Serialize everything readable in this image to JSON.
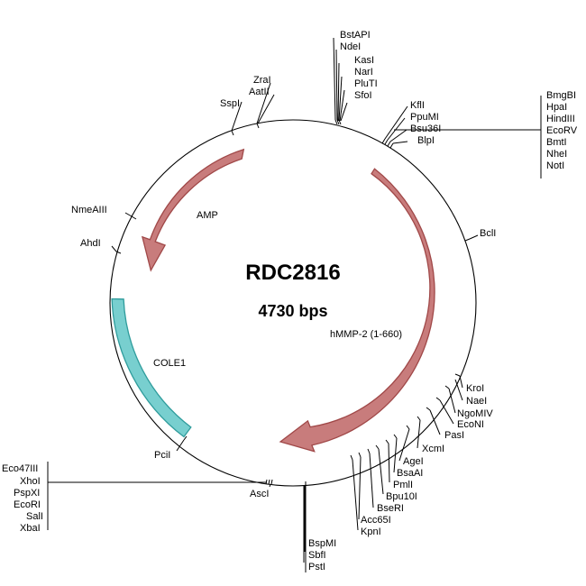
{
  "plasmid": {
    "name": "RDC2816",
    "size_label": "4730 bps",
    "length_bp": 4730
  },
  "features": [
    {
      "name": "AMP",
      "type": "arrow",
      "color": "#c87c7c"
    },
    {
      "name": "hMMP-2 (1-660)",
      "type": "arrow",
      "color": "#c87c7c"
    },
    {
      "name": "COLE1",
      "type": "box",
      "color": "#78cfcf"
    }
  ],
  "sites": {
    "bstapi_group": [
      "BstAPI",
      "NdeI",
      "KasI",
      "NarI",
      "PluTI",
      "SfoI"
    ],
    "zrai_group": [
      "ZraI",
      "AatII"
    ],
    "sspi": "SspI",
    "kfli_group": [
      "KflI",
      "PpuMI",
      "Bsu36I",
      "BlpI"
    ],
    "bmgbi_group": [
      "BmgBI",
      "HpaI",
      "HindIII",
      "EcoRV",
      "BmtI",
      "NheI",
      "NotI"
    ],
    "bcli": "BclI",
    "nmeaiii": "NmeAIII",
    "ahdi": "AhdI",
    "krol_group": [
      "KroI",
      "NaeI",
      "NgoMIV",
      "EcoNI",
      "PasI",
      "XcmI",
      "AgeI",
      "BsaAI",
      "PmlI",
      "Bpu10I",
      "BseRI",
      "Acc65I",
      "KpnI"
    ],
    "pcii": "PciI",
    "asci": "AscI",
    "eco47iii_group": [
      "Eco47III",
      "XhoI",
      "PspXI",
      "EcoRI",
      "SalI",
      "XbaI"
    ],
    "bspmi_group": [
      "BspMI",
      "SbfI",
      "PstI"
    ]
  }
}
